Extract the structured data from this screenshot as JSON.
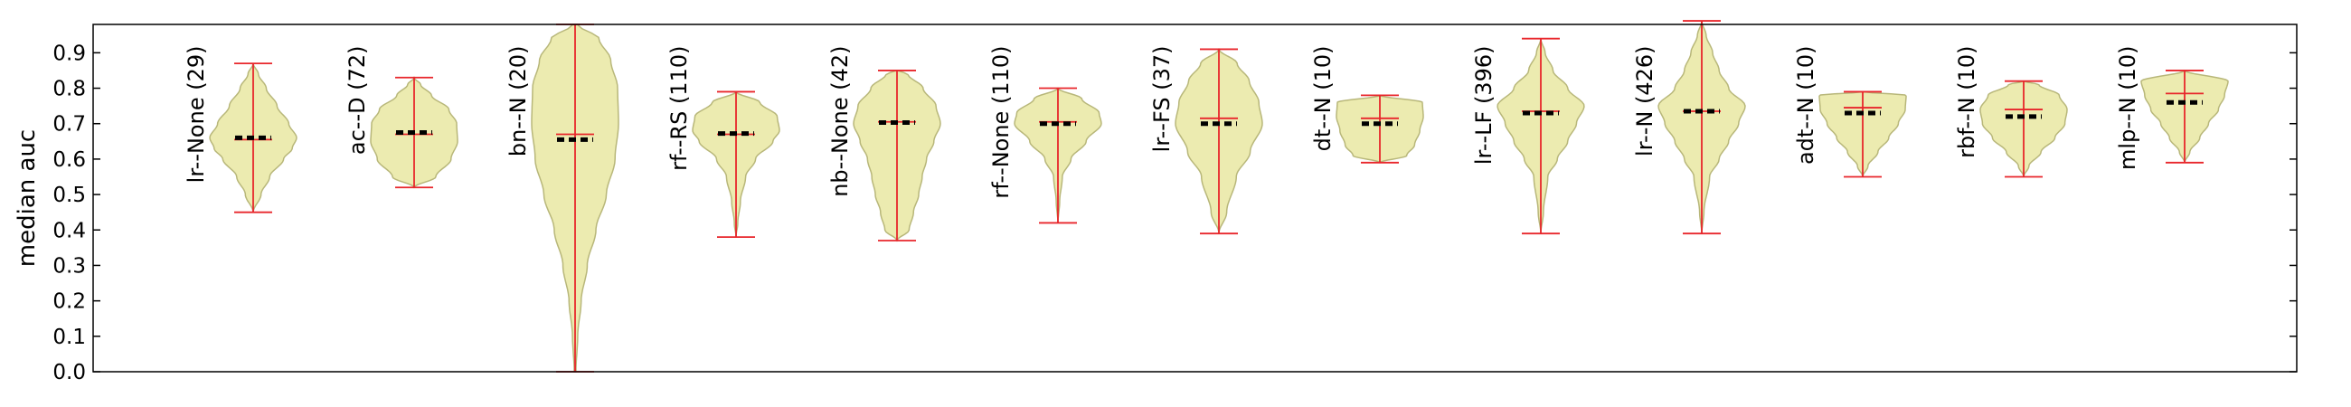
{
  "chart_data": {
    "type": "violin",
    "ylabel": "median auc",
    "ylim": [
      0.0,
      0.98
    ],
    "yticks": [
      0.0,
      0.1,
      0.2,
      0.3,
      0.4,
      0.5,
      0.6,
      0.7,
      0.8,
      0.9
    ],
    "grid": false,
    "colors": {
      "violin_fill": "#ecebb0",
      "violin_edge": "#b8b77a",
      "whisker": "#e8262b",
      "median_marker": "#000000",
      "frame": "#000000"
    },
    "violins": [
      {
        "label": "lr--None (29)",
        "min": 0.45,
        "max": 0.87,
        "mean": 0.655,
        "median": 0.66,
        "profile": [
          [
            0.45,
            0.0
          ],
          [
            0.5,
            0.18
          ],
          [
            0.55,
            0.38
          ],
          [
            0.6,
            0.7
          ],
          [
            0.63,
            0.9
          ],
          [
            0.66,
            1.0
          ],
          [
            0.7,
            0.82
          ],
          [
            0.75,
            0.55
          ],
          [
            0.8,
            0.3
          ],
          [
            0.84,
            0.12
          ],
          [
            0.87,
            0.0
          ]
        ]
      },
      {
        "label": "ac--D (72)",
        "min": 0.52,
        "max": 0.83,
        "mean": 0.67,
        "median": 0.675,
        "profile": [
          [
            0.52,
            0.0
          ],
          [
            0.55,
            0.5
          ],
          [
            0.6,
            0.85
          ],
          [
            0.65,
            1.0
          ],
          [
            0.7,
            0.98
          ],
          [
            0.74,
            0.8
          ],
          [
            0.78,
            0.4
          ],
          [
            0.81,
            0.15
          ],
          [
            0.83,
            0.0
          ]
        ]
      },
      {
        "label": "bn--N (20)",
        "min": 0.0,
        "max": 0.98,
        "mean": 0.67,
        "median": 0.655,
        "profile": [
          [
            0.0,
            0.02
          ],
          [
            0.1,
            0.06
          ],
          [
            0.2,
            0.14
          ],
          [
            0.3,
            0.28
          ],
          [
            0.4,
            0.48
          ],
          [
            0.5,
            0.72
          ],
          [
            0.6,
            0.92
          ],
          [
            0.7,
            1.0
          ],
          [
            0.8,
            0.98
          ],
          [
            0.88,
            0.82
          ],
          [
            0.94,
            0.55
          ],
          [
            0.98,
            0.05
          ]
        ]
      },
      {
        "label": "rf--RS (110)",
        "min": 0.38,
        "max": 0.79,
        "mean": 0.67,
        "median": 0.672,
        "profile": [
          [
            0.38,
            0.0
          ],
          [
            0.42,
            0.04
          ],
          [
            0.48,
            0.1
          ],
          [
            0.55,
            0.22
          ],
          [
            0.6,
            0.45
          ],
          [
            0.65,
            0.85
          ],
          [
            0.68,
            1.0
          ],
          [
            0.72,
            0.95
          ],
          [
            0.76,
            0.55
          ],
          [
            0.79,
            0.0
          ]
        ]
      },
      {
        "label": "nb--None (42)",
        "min": 0.37,
        "max": 0.85,
        "mean": 0.705,
        "median": 0.703,
        "profile": [
          [
            0.37,
            0.0
          ],
          [
            0.4,
            0.28
          ],
          [
            0.45,
            0.38
          ],
          [
            0.5,
            0.5
          ],
          [
            0.55,
            0.58
          ],
          [
            0.6,
            0.68
          ],
          [
            0.65,
            0.85
          ],
          [
            0.7,
            1.0
          ],
          [
            0.75,
            0.9
          ],
          [
            0.8,
            0.6
          ],
          [
            0.84,
            0.25
          ],
          [
            0.85,
            0.0
          ]
        ]
      },
      {
        "label": "rf--None (110)",
        "min": 0.42,
        "max": 0.8,
        "mean": 0.705,
        "median": 0.7,
        "profile": [
          [
            0.42,
            0.0
          ],
          [
            0.48,
            0.04
          ],
          [
            0.55,
            0.1
          ],
          [
            0.6,
            0.3
          ],
          [
            0.65,
            0.65
          ],
          [
            0.7,
            1.0
          ],
          [
            0.73,
            0.95
          ],
          [
            0.77,
            0.55
          ],
          [
            0.8,
            0.0
          ]
        ]
      },
      {
        "label": "lr--FS (37)",
        "min": 0.39,
        "max": 0.91,
        "mean": 0.715,
        "median": 0.7,
        "profile": [
          [
            0.39,
            0.0
          ],
          [
            0.45,
            0.18
          ],
          [
            0.55,
            0.4
          ],
          [
            0.62,
            0.72
          ],
          [
            0.7,
            1.0
          ],
          [
            0.76,
            0.92
          ],
          [
            0.82,
            0.7
          ],
          [
            0.87,
            0.42
          ],
          [
            0.91,
            0.0
          ]
        ]
      },
      {
        "label": "dt--N (10)",
        "min": 0.59,
        "max": 0.78,
        "mean": 0.715,
        "median": 0.7,
        "profile": [
          [
            0.59,
            0.0
          ],
          [
            0.61,
            0.62
          ],
          [
            0.64,
            0.8
          ],
          [
            0.68,
            0.92
          ],
          [
            0.72,
            1.0
          ],
          [
            0.76,
            0.98
          ],
          [
            0.78,
            0.0
          ]
        ]
      },
      {
        "label": "lr--LF (396)",
        "min": 0.39,
        "max": 0.94,
        "mean": 0.735,
        "median": 0.73,
        "profile": [
          [
            0.39,
            0.0
          ],
          [
            0.45,
            0.06
          ],
          [
            0.55,
            0.16
          ],
          [
            0.6,
            0.38
          ],
          [
            0.65,
            0.62
          ],
          [
            0.7,
            0.82
          ],
          [
            0.75,
            1.0
          ],
          [
            0.8,
            0.62
          ],
          [
            0.85,
            0.28
          ],
          [
            0.9,
            0.1
          ],
          [
            0.94,
            0.0
          ]
        ]
      },
      {
        "label": "lr--N (426)",
        "min": 0.39,
        "max": 0.99,
        "mean": 0.735,
        "median": 0.735,
        "profile": [
          [
            0.39,
            0.0
          ],
          [
            0.45,
            0.05
          ],
          [
            0.55,
            0.18
          ],
          [
            0.6,
            0.4
          ],
          [
            0.65,
            0.62
          ],
          [
            0.7,
            0.85
          ],
          [
            0.75,
            1.0
          ],
          [
            0.8,
            0.62
          ],
          [
            0.85,
            0.4
          ],
          [
            0.9,
            0.25
          ],
          [
            0.95,
            0.1
          ],
          [
            0.99,
            0.0
          ]
        ]
      },
      {
        "label": "adt--N (10)",
        "min": 0.55,
        "max": 0.79,
        "mean": 0.745,
        "median": 0.73,
        "profile": [
          [
            0.55,
            0.0
          ],
          [
            0.58,
            0.12
          ],
          [
            0.62,
            0.35
          ],
          [
            0.66,
            0.6
          ],
          [
            0.7,
            0.82
          ],
          [
            0.74,
            0.98
          ],
          [
            0.78,
            1.0
          ],
          [
            0.79,
            0.0
          ]
        ]
      },
      {
        "label": "rbf--N (10)",
        "min": 0.55,
        "max": 0.82,
        "mean": 0.74,
        "median": 0.72,
        "profile": [
          [
            0.55,
            0.0
          ],
          [
            0.58,
            0.12
          ],
          [
            0.62,
            0.4
          ],
          [
            0.66,
            0.72
          ],
          [
            0.7,
            0.95
          ],
          [
            0.74,
            1.0
          ],
          [
            0.78,
            0.82
          ],
          [
            0.81,
            0.35
          ],
          [
            0.82,
            0.0
          ]
        ]
      },
      {
        "label": "mlp--N (10)",
        "min": 0.59,
        "max": 0.85,
        "mean": 0.785,
        "median": 0.76,
        "profile": [
          [
            0.59,
            0.0
          ],
          [
            0.62,
            0.12
          ],
          [
            0.66,
            0.35
          ],
          [
            0.7,
            0.55
          ],
          [
            0.74,
            0.78
          ],
          [
            0.78,
            0.92
          ],
          [
            0.82,
            1.0
          ],
          [
            0.85,
            0.0
          ]
        ]
      }
    ]
  }
}
